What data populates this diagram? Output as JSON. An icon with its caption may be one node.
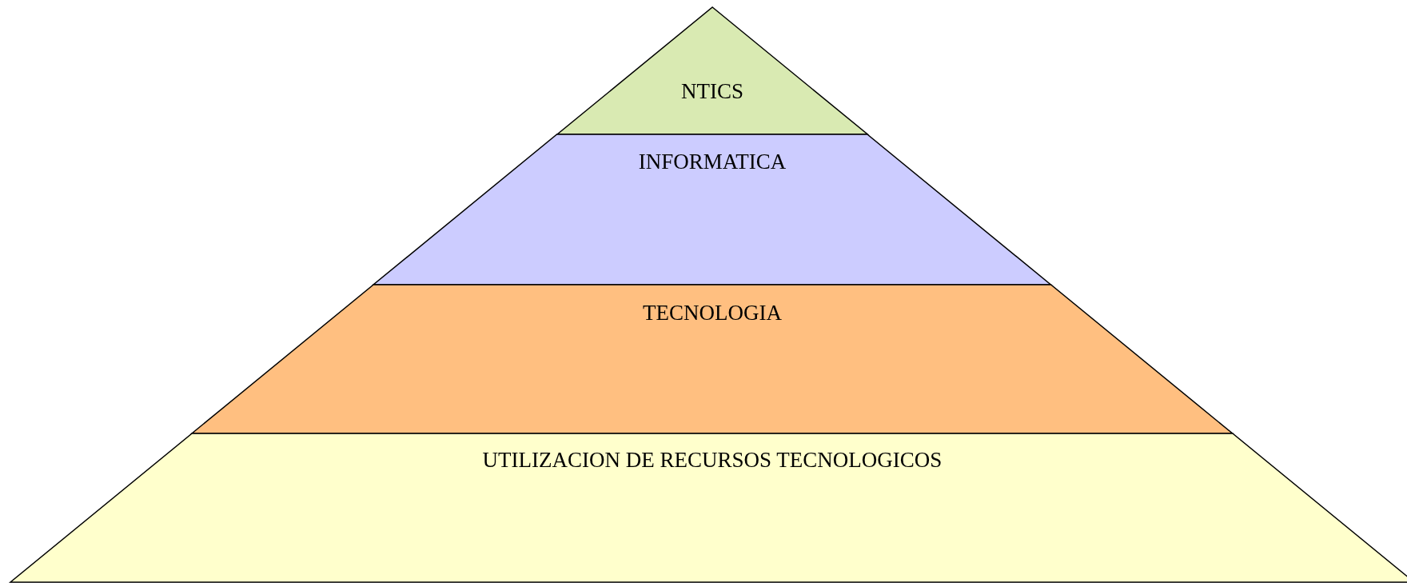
{
  "diagram": {
    "nodes": [
      {
        "text": [
          "NTICS"
        ]
      },
      {
        "text": [
          "INFORMATICA"
        ]
      },
      {
        "text": [
          "TECNOLOGIA"
        ]
      },
      {
        "text": [
          "UTILIZACION DE RECURSOS TECNOLOGICOS"
        ]
      }
    ]
  }
}
